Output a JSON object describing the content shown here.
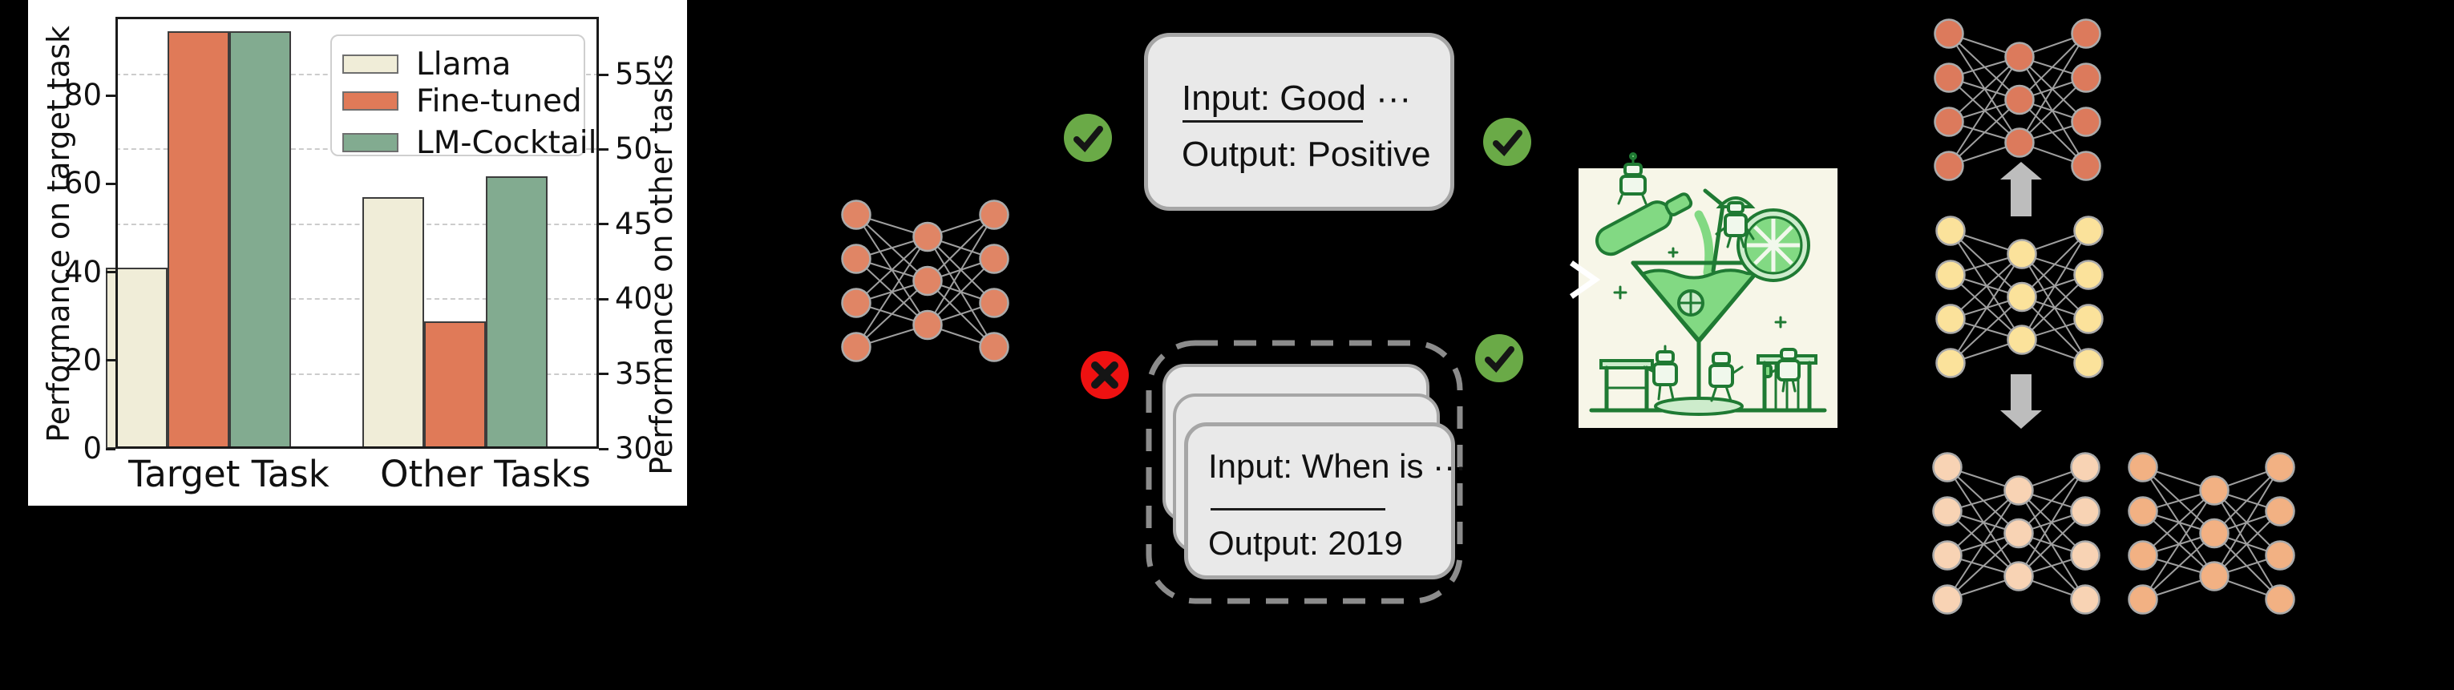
{
  "colors": {
    "background": "#000000",
    "panel_bg": "#ffffff",
    "text": "#111111",
    "axis": "#1a1a1a",
    "grid": "#cccccc",
    "bar_border": "#3c3c3c",
    "llama": "#f0edd8",
    "fine_tuned": "#e07a58",
    "lm_cocktail": "#82ab90",
    "net_base": "#e08565",
    "net_finetuned": "#dc7a5c",
    "net_yellow": "#fbe29b",
    "net_peach_light": "#f8d3b4",
    "net_peach": "#f2b183",
    "net_node_stroke": "#ababab",
    "net_edge": "#9f9f9f",
    "arrow_gray": "#bdbdbd",
    "card_fill": "#e9e9e9",
    "card_border": "#a6a6a6",
    "dashed_border": "#8c8c8c",
    "check_green": "#6aaa47",
    "cross_red": "#ee1111",
    "icon_mark": "#151515",
    "chevron_white": "#ffffff",
    "cocktail_bg": "#f7f6e8",
    "cocktail_green_dark": "#1f7a33",
    "cocktail_green": "#82d983",
    "cocktail_green_pale": "#cdeccc",
    "cocktail_robot_fill": "#f0f8ec"
  },
  "chart_data": {
    "type": "bar",
    "title": "",
    "categories": [
      "Target Task",
      "Other Tasks"
    ],
    "series": [
      {
        "name": "Llama",
        "color_key": "llama",
        "values": [
          41.0,
          46.8
        ]
      },
      {
        "name": "Fine-tuned",
        "color_key": "fine_tuned",
        "values": [
          94.5,
          38.5
        ]
      },
      {
        "name": "LM-Cocktail",
        "color_key": "lm_cocktail",
        "values": [
          94.5,
          48.2
        ]
      }
    ],
    "left_axis": {
      "label": "Performance on target task",
      "ticks": [
        0,
        20,
        40,
        60,
        80
      ],
      "range": [
        0,
        97.8
      ],
      "applies_to": "Target Task"
    },
    "right_axis": {
      "label": "Performance on other tasks",
      "ticks": [
        30,
        35,
        40,
        45,
        50,
        55
      ],
      "range": [
        30,
        58.9
      ],
      "applies_to": "Other Tasks"
    },
    "grid": "horizontal dashed lines at right-axis ticks 35,40,45,50,55",
    "legend_position": "upper right"
  },
  "cards": {
    "sentiment": {
      "input_line": "Input: Good ···",
      "output_line": "Output: Positive"
    },
    "qa": {
      "input_line": "Input: When is ···",
      "output_line": "Output: 2019"
    }
  },
  "icons": {
    "check_left_of_sentiment_card": "check-circle-icon",
    "check_right_of_sentiment_card": "check-circle-icon",
    "cross_left_of_qa_stack": "cross-circle-icon",
    "check_right_of_qa_stack": "check-circle-icon",
    "arrow_up": "arrow-up-icon",
    "arrow_down": "arrow-down-icon",
    "chevron_into_cocktail": "chevron-right-icon",
    "cocktail_figure": "robot-cocktail-illustration"
  },
  "networks": [
    {
      "name": "network-base-model",
      "color_key": "net_base"
    },
    {
      "name": "network-fine-tuned",
      "color_key": "net_finetuned"
    },
    {
      "name": "network-merge-middle",
      "color_key": "net_yellow"
    },
    {
      "name": "network-other-left",
      "color_key": "net_peach_light"
    },
    {
      "name": "network-other-right",
      "color_key": "net_peach"
    }
  ]
}
